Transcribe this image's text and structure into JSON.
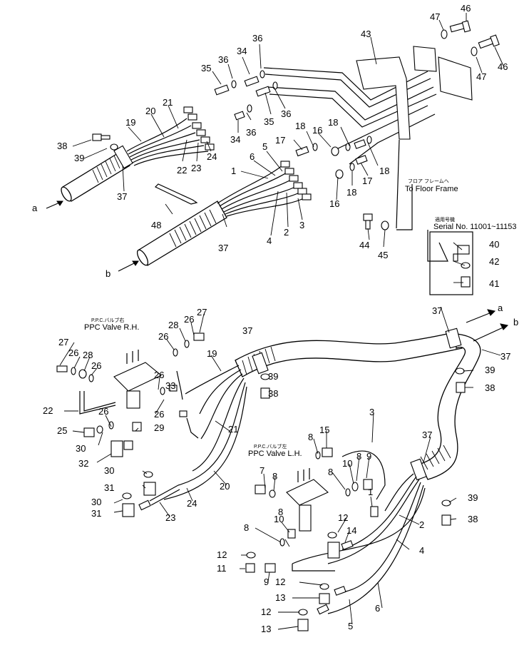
{
  "callouts": {
    "top_left": {
      "a": "a",
      "b": "b",
      "n1": "1",
      "n2": "2",
      "n3": "3",
      "n4": "4",
      "n5": "5",
      "n6": "6",
      "n16a": "16",
      "n16b": "16",
      "n17a": "17",
      "n17b": "17",
      "n18a": "18",
      "n18b": "18",
      "n18c": "18",
      "n18d": "18",
      "n19": "19",
      "n20": "20",
      "n21": "21",
      "n22": "22",
      "n23": "23",
      "n24": "24",
      "n34a": "34",
      "n34b": "34",
      "n35a": "35",
      "n35b": "35",
      "n36a": "36",
      "n36b": "36",
      "n36c": "36",
      "n36d": "36",
      "n37a": "37",
      "n37b": "37",
      "n38": "38",
      "n39": "39",
      "n43": "43",
      "n44": "44",
      "n45": "45",
      "n46a": "46",
      "n46b": "46",
      "n47a": "47",
      "n47b": "47",
      "n48": "48"
    },
    "inset": {
      "n40": "40",
      "n41": "41",
      "n42": "42"
    },
    "bottom_right": {
      "a": "a",
      "b": "b",
      "n37a": "37",
      "n37b": "37",
      "n37c": "37",
      "n37d": "37",
      "n38a": "38",
      "n38b": "38",
      "n39a": "39",
      "n39b": "39",
      "n3": "3",
      "n2": "2",
      "n4": "4",
      "n6": "6",
      "n5": "5",
      "n1a": "1",
      "n7": "7",
      "n8a": "8",
      "n8b": "8",
      "n8c": "8",
      "n8d": "8",
      "n8e": "8",
      "n9a": "9",
      "n9b": "9",
      "n10a": "10",
      "n10b": "10",
      "n11": "11",
      "n12a": "12",
      "n12b": "12",
      "n12c": "12",
      "n12d": "12",
      "n13a": "13",
      "n13b": "13",
      "n14": "14",
      "n15": "15"
    },
    "bottom_left": {
      "n19": "19",
      "n20": "20",
      "n21": "21",
      "n22": "22",
      "n23": "23",
      "n24": "24",
      "n25": "25",
      "n26a": "26",
      "n26b": "26",
      "n26c": "26",
      "n26d": "26",
      "n26e": "26",
      "n26f": "26",
      "n27a": "27",
      "n27b": "27",
      "n28a": "28",
      "n28b": "28",
      "n29": "29",
      "n30a": "30",
      "n30b": "30",
      "n30c": "30",
      "n31a": "31",
      "n31b": "31",
      "n32": "32",
      "n33": "33"
    }
  },
  "labels": {
    "to_floor_frame_jp": "フロア フレームへ",
    "to_floor_frame_en": "To Floor Frame",
    "serial_jp": "適用号機",
    "serial_en": "Serial No. 11001~11153",
    "ppc_rh_jp": "P.P.C.バルブ右",
    "ppc_rh_en": "PPC Valve R.H.",
    "ppc_lh_jp": "P.P.C.バルブ左",
    "ppc_lh_en": "PPC Valve L.H."
  }
}
